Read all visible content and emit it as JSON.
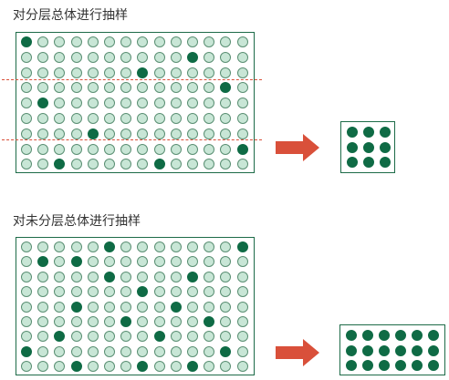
{
  "stratified": {
    "title": "对分层总体进行抽样",
    "rows": 9,
    "cols": 14,
    "selected": [
      [
        0,
        0
      ],
      [
        1,
        10
      ],
      [
        2,
        7
      ],
      [
        3,
        12
      ],
      [
        4,
        1
      ],
      [
        6,
        4
      ],
      [
        7,
        13
      ],
      [
        8,
        2
      ],
      [
        8,
        8
      ]
    ],
    "sample_rows": 3,
    "sample_cols": 3
  },
  "unstratified": {
    "title": "对未分层总体进行抽样",
    "rows": 8,
    "cols": 14,
    "selected": [
      [
        0,
        5
      ],
      [
        0,
        13
      ],
      [
        1,
        1
      ],
      [
        1,
        3
      ],
      [
        2,
        5
      ],
      [
        2,
        10
      ],
      [
        3,
        7
      ],
      [
        4,
        3
      ],
      [
        4,
        9
      ],
      [
        5,
        6
      ],
      [
        5,
        11
      ],
      [
        6,
        2
      ],
      [
        6,
        8
      ],
      [
        7,
        0
      ],
      [
        7,
        12
      ],
      [
        8,
        3
      ],
      [
        8,
        7
      ],
      [
        8,
        10
      ]
    ],
    "sample_rows": 3,
    "sample_cols": 6
  },
  "colors": {
    "filled": "#0f6b45",
    "empty": "#c8e6d6",
    "frame": "#1d6b48",
    "arrow": "#d9503a",
    "cut_line": "#d9503a"
  }
}
